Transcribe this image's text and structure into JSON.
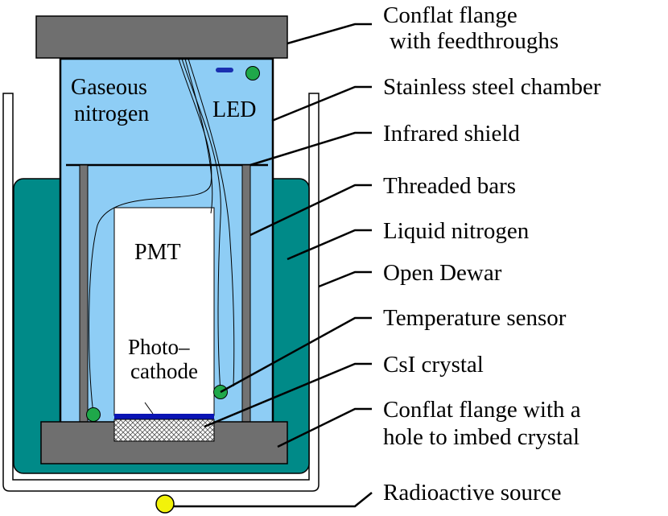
{
  "labels": {
    "flange_top_1": "Conflat flange",
    "flange_top_2": "with feedthroughs",
    "chamber": "Stainless steel chamber",
    "infrared": "Infrared shield",
    "bars": "Threaded bars",
    "ln2": "Liquid nitrogen",
    "dewar": "Open Dewar",
    "temp": "Temperature sensor",
    "csi": "CsI crystal",
    "flange_bot_1": "Conflat flange with a",
    "flange_bot_2": "hole to imbed crystal",
    "source": "Radioactive source",
    "gas_1": "Gaseous",
    "gas_2": "nitrogen",
    "led": "LED",
    "pmt": "PMT",
    "photo_1": "Photo–",
    "photo_2": "cathode"
  },
  "colors": {
    "gas": "#8ecdf5",
    "liquid_nitrogen": "#008a88",
    "flange": "#6f6f6f",
    "bar": "#737373",
    "sensor": "#1fa84a",
    "led": "#1a2fb0",
    "photocathode": "#0a14b4",
    "source": "#f2f20a",
    "dewar": "#ffffff"
  }
}
